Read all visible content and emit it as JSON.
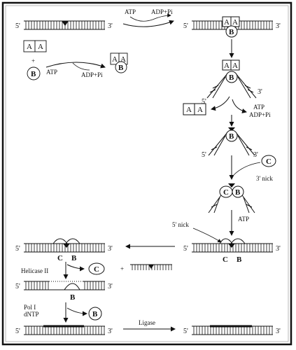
{
  "diagram": {
    "prime5": "5'",
    "prime3": "3'",
    "atp": "ATP",
    "adp_pi": "ADP+Pi",
    "protein_a": "A",
    "protein_b": "B",
    "protein_c": "C",
    "plus": "+",
    "nick": "nick",
    "nick3": "3' nick",
    "nick5": "5' nick",
    "helicase": "Helicase II",
    "pol": "Pol I",
    "dntp": "dNTP",
    "ligase": "Ligase"
  }
}
